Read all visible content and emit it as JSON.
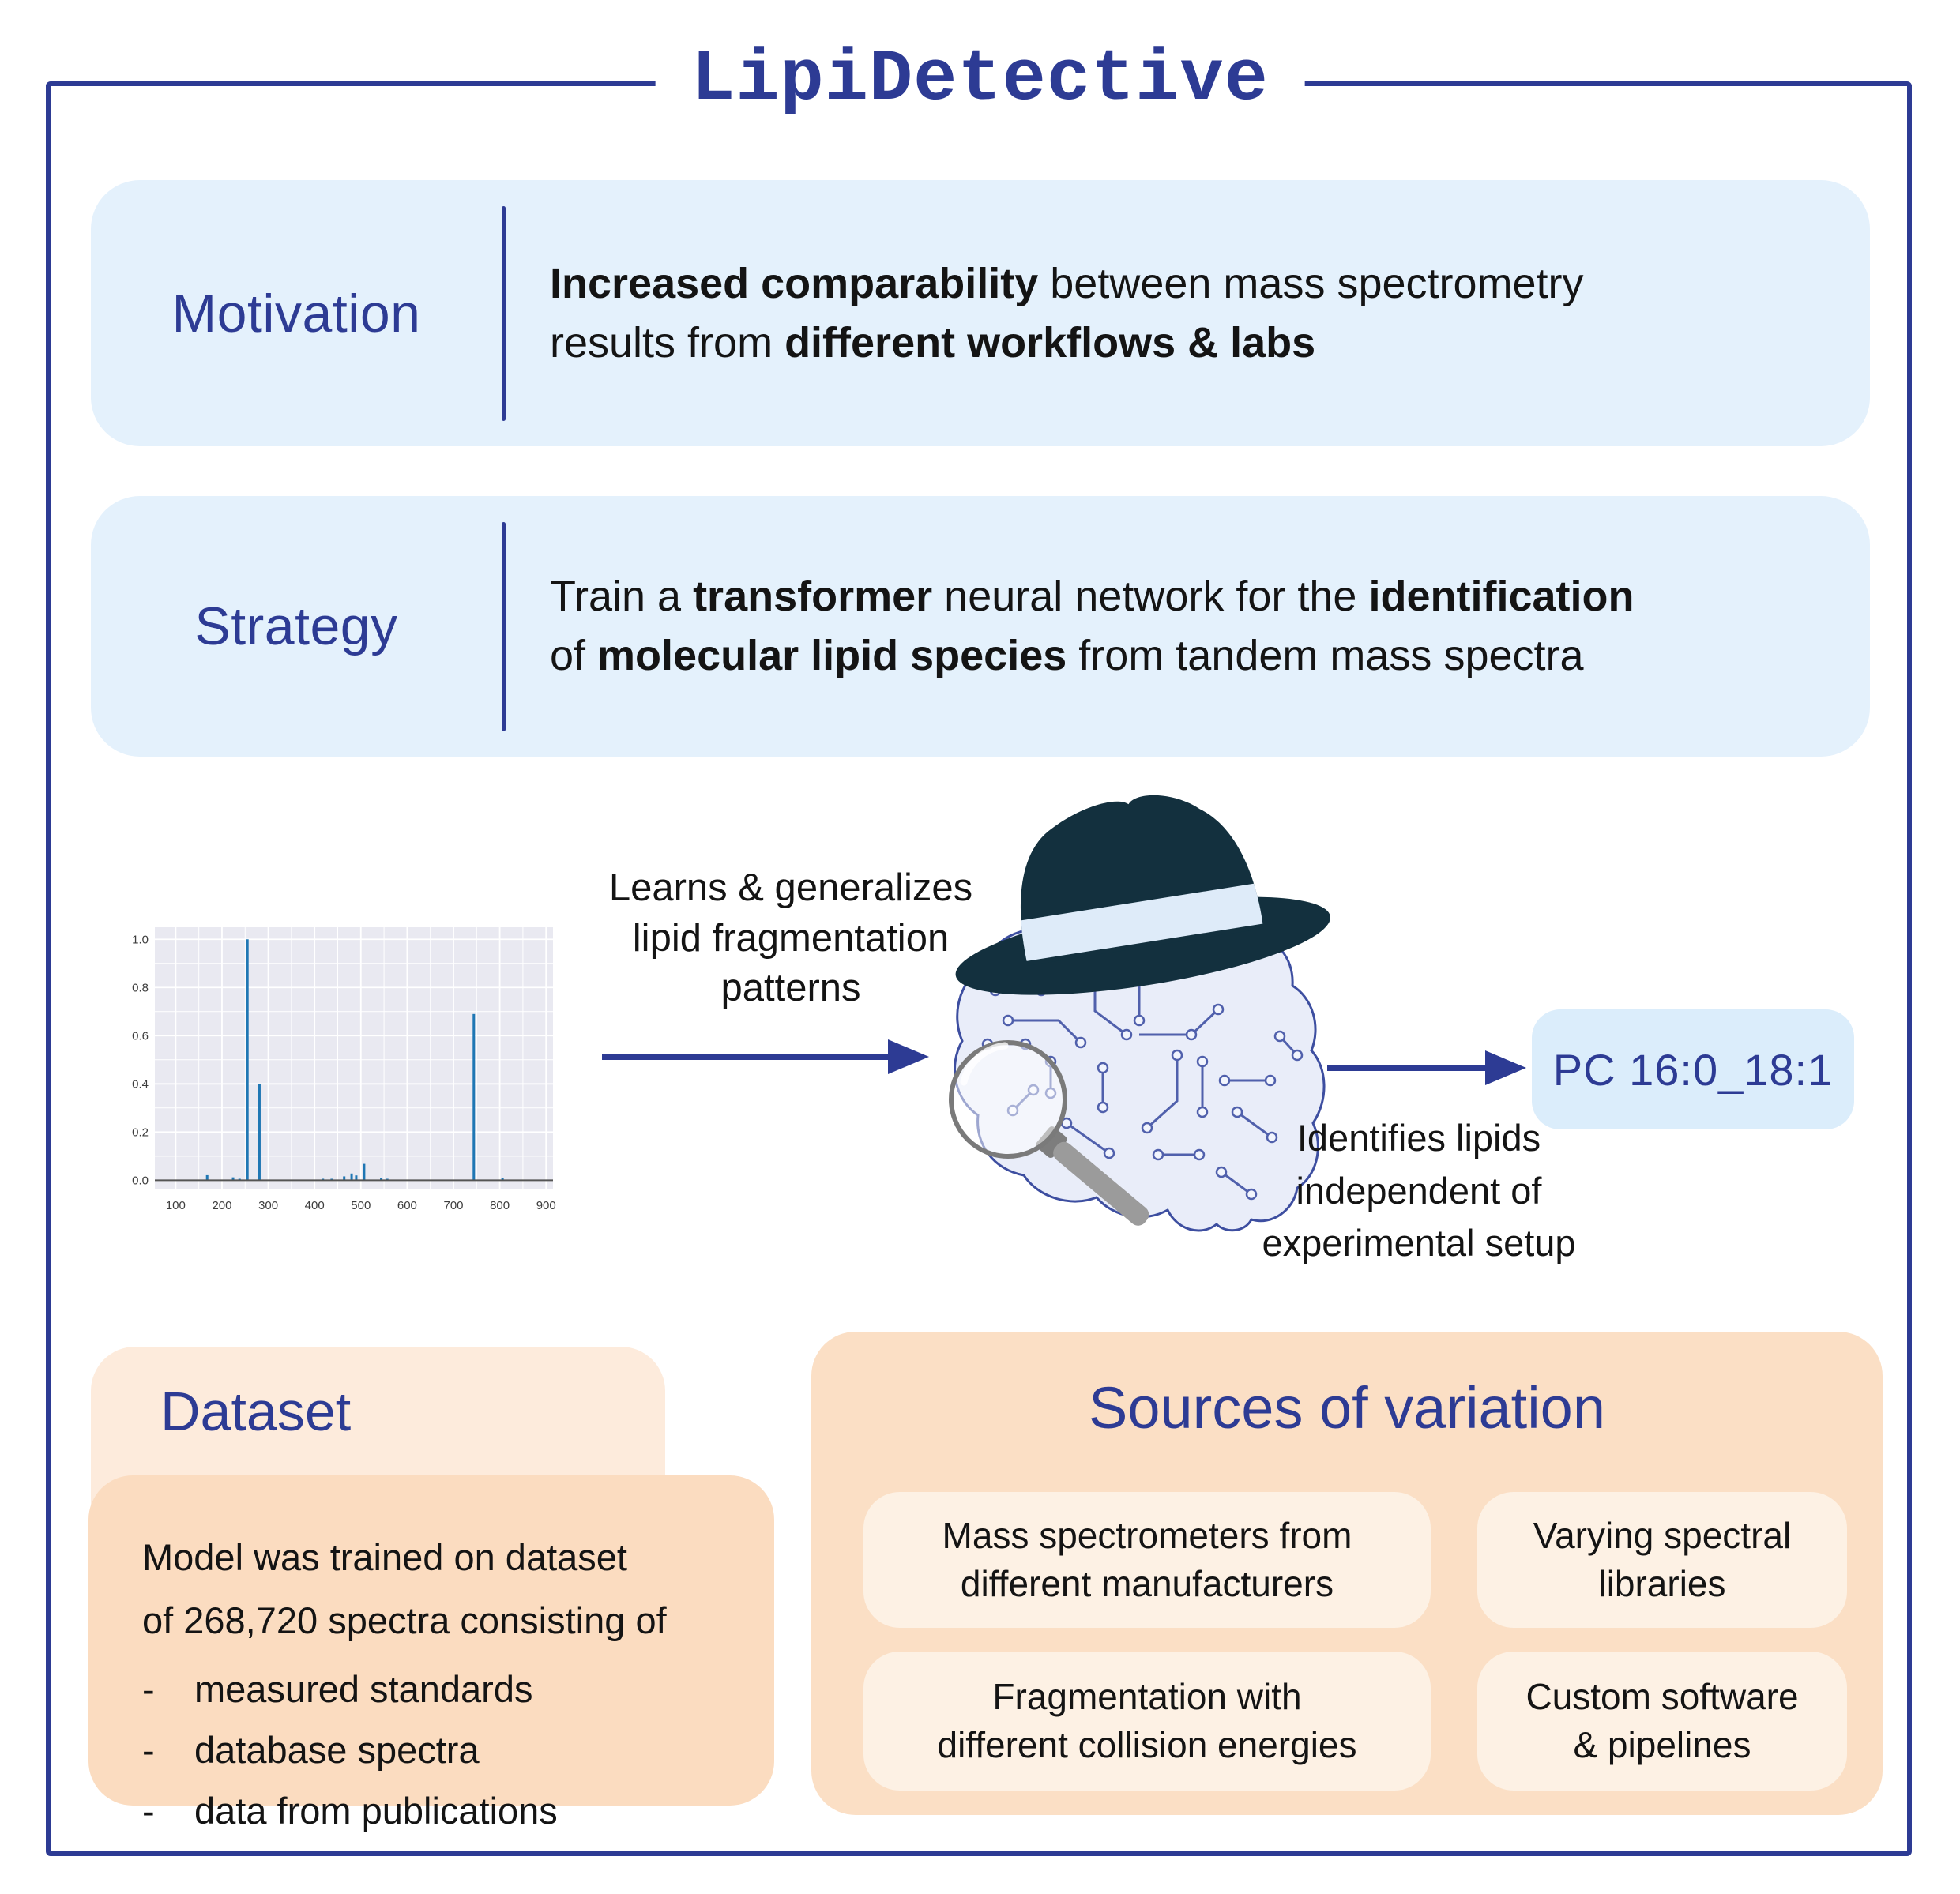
{
  "title": "LipiDetective",
  "colors": {
    "primary_blue": "#2D3B94",
    "light_blue": "#E4F1FC",
    "pc_blue": "#DBEDFB",
    "peach": "#FBDFC5",
    "light_peach": "#FDF1E4",
    "dataset_front": "#FBDCC0",
    "dataset_back": "#FDEBDC",
    "hat_dark": "#13303E",
    "hat_band": "#DEEBF9"
  },
  "motivation": {
    "label": "Motivation",
    "seg_bold1": "Increased comparability",
    "seg2": " between mass spectrometry",
    "seg3": "results from ",
    "seg_bold2": "different workflows & labs"
  },
  "strategy": {
    "label": "Strategy",
    "seg1": "Train a ",
    "seg_bold1": "transformer",
    "seg2": " neural network for the ",
    "seg_bold2": "identification",
    "seg3": "of ",
    "seg_bold3": "molecular lipid species",
    "seg4": " from tandem mass spectra"
  },
  "diagram": {
    "learns_lines": [
      "Learns & generalizes",
      "lipid fragmentation",
      "patterns"
    ],
    "identifies_lines": [
      "Identifies lipids",
      "independent of",
      "experimental setup"
    ],
    "prediction_label": "PC 16:0_18:1",
    "icons": {
      "spectrum": "mass-spectrum-chart",
      "arrow": "right-arrow-icon",
      "brain": "circuit-brain-icon",
      "hat": "fedora-hat-icon",
      "magnifier": "magnifying-glass-icon"
    }
  },
  "chart_data": {
    "type": "bar",
    "title": "",
    "xlabel": "",
    "ylabel": "",
    "x_ticks": [
      100,
      200,
      300,
      400,
      500,
      600,
      700,
      800,
      900
    ],
    "y_ticks": [
      0.0,
      0.2,
      0.4,
      0.6,
      0.8,
      1.0
    ],
    "xlim": [
      55,
      915
    ],
    "ylim": [
      0,
      1.05
    ],
    "grid": true,
    "legend": "none",
    "background": "#E9E9F1",
    "bar_color": "#1f77b4",
    "peaks": [
      [
        168,
        0.021
      ],
      [
        224,
        0.012
      ],
      [
        238,
        0.006
      ],
      [
        255,
        1.0
      ],
      [
        281,
        0.401
      ],
      [
        418,
        0.006
      ],
      [
        437,
        0.006
      ],
      [
        464,
        0.016
      ],
      [
        480,
        0.028
      ],
      [
        490,
        0.02
      ],
      [
        507,
        0.068
      ],
      [
        544,
        0.008
      ],
      [
        557,
        0.006
      ],
      [
        744,
        0.69
      ],
      [
        806,
        0.009
      ]
    ]
  },
  "dataset": {
    "title": "Dataset",
    "intro_lines": [
      "Model was trained on dataset",
      "of 268,720 spectra consisting of"
    ],
    "bullet": "-",
    "items": [
      "measured standards",
      "database spectra",
      "data from publications"
    ]
  },
  "sources": {
    "title": "Sources of variation",
    "boxes": [
      {
        "line1": "Mass spectrometers from",
        "line2": "different manufacturers"
      },
      {
        "line1": "Varying spectral",
        "line2": "libraries"
      },
      {
        "line1": "Fragmentation with",
        "line2": "different collision energies"
      },
      {
        "line1": "Custom software",
        "line2": "& pipelines"
      }
    ]
  }
}
